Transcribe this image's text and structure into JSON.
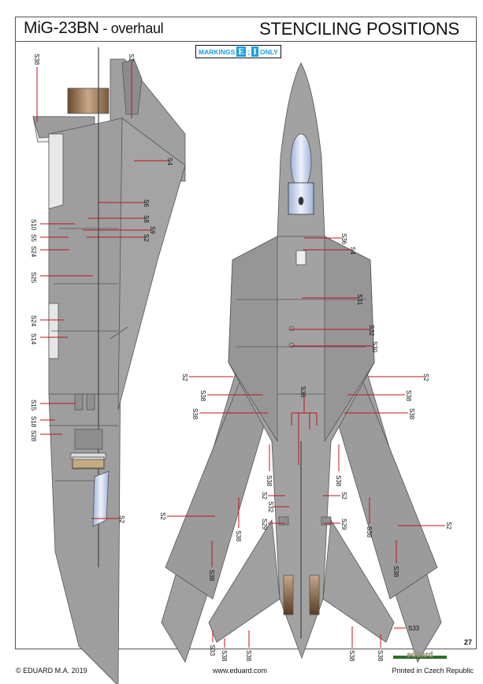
{
  "header": {
    "title_model": "MiG-23BN",
    "title_variant": " - overhaul",
    "title_right": "STENCILING POSITIONS"
  },
  "markings_badge": {
    "prefix": "MARKINGS",
    "letter_a": "E",
    "separator": ";",
    "letter_b": "I",
    "suffix": "ONLY"
  },
  "side_view_labels": [
    {
      "id": "S38",
      "text": "S38"
    },
    {
      "id": "S2-top",
      "text": "S2"
    },
    {
      "id": "S4",
      "text": "S4"
    },
    {
      "id": "S6",
      "text": "S6"
    },
    {
      "id": "S8",
      "text": "S8"
    },
    {
      "id": "S9",
      "text": "S9"
    },
    {
      "id": "S2-mid",
      "text": "S2"
    },
    {
      "id": "S10",
      "text": "S10"
    },
    {
      "id": "S5",
      "text": "S5"
    },
    {
      "id": "S24-a",
      "text": "S24"
    },
    {
      "id": "S25",
      "text": "S25"
    },
    {
      "id": "S24-b",
      "text": "S24"
    },
    {
      "id": "S14",
      "text": "S14"
    },
    {
      "id": "S15",
      "text": "S15"
    },
    {
      "id": "S18",
      "text": "S18"
    },
    {
      "id": "S28",
      "text": "S28"
    },
    {
      "id": "S2-bottom",
      "text": "S2"
    }
  ],
  "plan_view_labels": [
    {
      "id": "S36-nose",
      "text": "S36"
    },
    {
      "id": "S4-plan",
      "text": "S4"
    },
    {
      "id": "S31",
      "text": "S31"
    },
    {
      "id": "S32-top",
      "text": "S32"
    },
    {
      "id": "S30",
      "text": "S30"
    },
    {
      "id": "S2-left-wing",
      "text": "S2"
    },
    {
      "id": "S2-right-wing",
      "text": "S2"
    },
    {
      "id": "S36-center",
      "text": "S36"
    },
    {
      "id": "S38-l1",
      "text": "S38"
    },
    {
      "id": "S38-l2",
      "text": "S38"
    },
    {
      "id": "S38-r1",
      "text": "S38"
    },
    {
      "id": "S38-r2",
      "text": "S38"
    },
    {
      "id": "S38-l3",
      "text": "S38"
    },
    {
      "id": "S38-r3",
      "text": "S38"
    },
    {
      "id": "S2-l-gear",
      "text": "S2"
    },
    {
      "id": "S2-r-gear",
      "text": "S2"
    },
    {
      "id": "S32-bottom",
      "text": "S32"
    },
    {
      "id": "S29-left",
      "text": "S29"
    },
    {
      "id": "S29-right",
      "text": "S29"
    },
    {
      "id": "S2-left-outer",
      "text": "S2"
    },
    {
      "id": "S2-right-outer",
      "text": "S2"
    },
    {
      "id": "S38-l4",
      "text": "S38"
    },
    {
      "id": "S38-r4",
      "text": "S38"
    },
    {
      "id": "S38-l5",
      "text": "S38"
    },
    {
      "id": "S38-r5",
      "text": "S38"
    },
    {
      "id": "S33-left",
      "text": "S33"
    },
    {
      "id": "S33-right",
      "text": "S33"
    },
    {
      "id": "S38-tail-l1",
      "text": "S38"
    },
    {
      "id": "S38-tail-l2",
      "text": "S38"
    },
    {
      "id": "S38-tail-r1",
      "text": "S38"
    },
    {
      "id": "S38-tail-r2",
      "text": "S38"
    }
  ],
  "brand_logo": "eduard",
  "page_number": "27",
  "footer": {
    "copyright": "© EDUARD M.A. 2019",
    "website": "www.eduard.com",
    "printed": "Printed in Czech Republic"
  },
  "colors": {
    "leader_line": "#c0141c",
    "aircraft_gray": "#9a9a9a",
    "panel_line": "#555555",
    "badge_blue": "#1a9fe0",
    "logo_green": "#2e6e2a",
    "logo_text": "#c8b68a"
  }
}
